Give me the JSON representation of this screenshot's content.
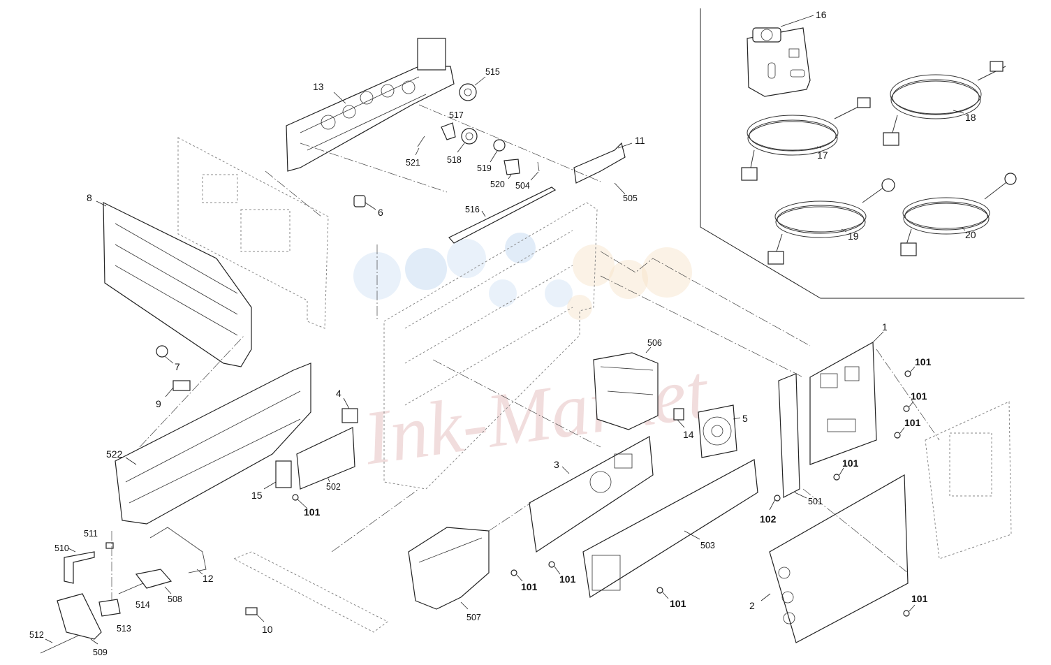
{
  "diagram": {
    "watermark_text": "Ink-Market",
    "watermark_colors": [
      "#cfe0f5",
      "#bcd4f0",
      "#f6e3c8"
    ],
    "callouts": [
      {
        "id": "p16",
        "label": "16",
        "style": "normal"
      },
      {
        "id": "p17",
        "label": "17",
        "style": "normal"
      },
      {
        "id": "p18",
        "label": "18",
        "style": "normal"
      },
      {
        "id": "p19",
        "label": "19",
        "style": "normal"
      },
      {
        "id": "p20",
        "label": "20",
        "style": "normal"
      },
      {
        "id": "p13",
        "label": "13",
        "style": "normal"
      },
      {
        "id": "p515",
        "label": "515",
        "style": "small"
      },
      {
        "id": "p517",
        "label": "517",
        "style": "small"
      },
      {
        "id": "p521",
        "label": "521",
        "style": "small"
      },
      {
        "id": "p518",
        "label": "518",
        "style": "small"
      },
      {
        "id": "p519",
        "label": "519",
        "style": "small"
      },
      {
        "id": "p520",
        "label": "520",
        "style": "small"
      },
      {
        "id": "p504",
        "label": "504",
        "style": "small"
      },
      {
        "id": "p11",
        "label": "11",
        "style": "normal"
      },
      {
        "id": "p505",
        "label": "505",
        "style": "small"
      },
      {
        "id": "p6",
        "label": "6",
        "style": "normal"
      },
      {
        "id": "p516",
        "label": "516",
        "style": "small"
      },
      {
        "id": "p8",
        "label": "8",
        "style": "normal"
      },
      {
        "id": "p7",
        "label": "7",
        "style": "normal"
      },
      {
        "id": "p9",
        "label": "9",
        "style": "normal"
      },
      {
        "id": "p4",
        "label": "4",
        "style": "normal"
      },
      {
        "id": "p522",
        "label": "522",
        "style": "normal"
      },
      {
        "id": "p502",
        "label": "502",
        "style": "small"
      },
      {
        "id": "p15",
        "label": "15",
        "style": "normal"
      },
      {
        "id": "p101a",
        "label": "101",
        "style": "bold"
      },
      {
        "id": "p506",
        "label": "506",
        "style": "small"
      },
      {
        "id": "p14",
        "label": "14",
        "style": "normal"
      },
      {
        "id": "p5",
        "label": "5",
        "style": "normal"
      },
      {
        "id": "p3",
        "label": "3",
        "style": "normal"
      },
      {
        "id": "p1",
        "label": "1",
        "style": "normal"
      },
      {
        "id": "p101b",
        "label": "101",
        "style": "bold"
      },
      {
        "id": "p101c",
        "label": "101",
        "style": "bold"
      },
      {
        "id": "p101d",
        "label": "101",
        "style": "bold"
      },
      {
        "id": "p101e",
        "label": "101",
        "style": "bold"
      },
      {
        "id": "p501",
        "label": "501",
        "style": "small"
      },
      {
        "id": "p102",
        "label": "102",
        "style": "bold"
      },
      {
        "id": "p503",
        "label": "503",
        "style": "small"
      },
      {
        "id": "p511",
        "label": "511",
        "style": "small"
      },
      {
        "id": "p510",
        "label": "510",
        "style": "small"
      },
      {
        "id": "p12",
        "label": "12",
        "style": "normal"
      },
      {
        "id": "p514",
        "label": "514",
        "style": "small"
      },
      {
        "id": "p508",
        "label": "508",
        "style": "small"
      },
      {
        "id": "p513",
        "label": "513",
        "style": "small"
      },
      {
        "id": "p512",
        "label": "512",
        "style": "small"
      },
      {
        "id": "p509",
        "label": "509",
        "style": "small"
      },
      {
        "id": "p10",
        "label": "10",
        "style": "normal"
      },
      {
        "id": "p507",
        "label": "507",
        "style": "small"
      },
      {
        "id": "p101f",
        "label": "101",
        "style": "bold"
      },
      {
        "id": "p101g",
        "label": "101",
        "style": "bold"
      },
      {
        "id": "p101h",
        "label": "101",
        "style": "bold"
      },
      {
        "id": "p2",
        "label": "2",
        "style": "normal"
      },
      {
        "id": "p101i",
        "label": "101",
        "style": "bold"
      }
    ]
  }
}
